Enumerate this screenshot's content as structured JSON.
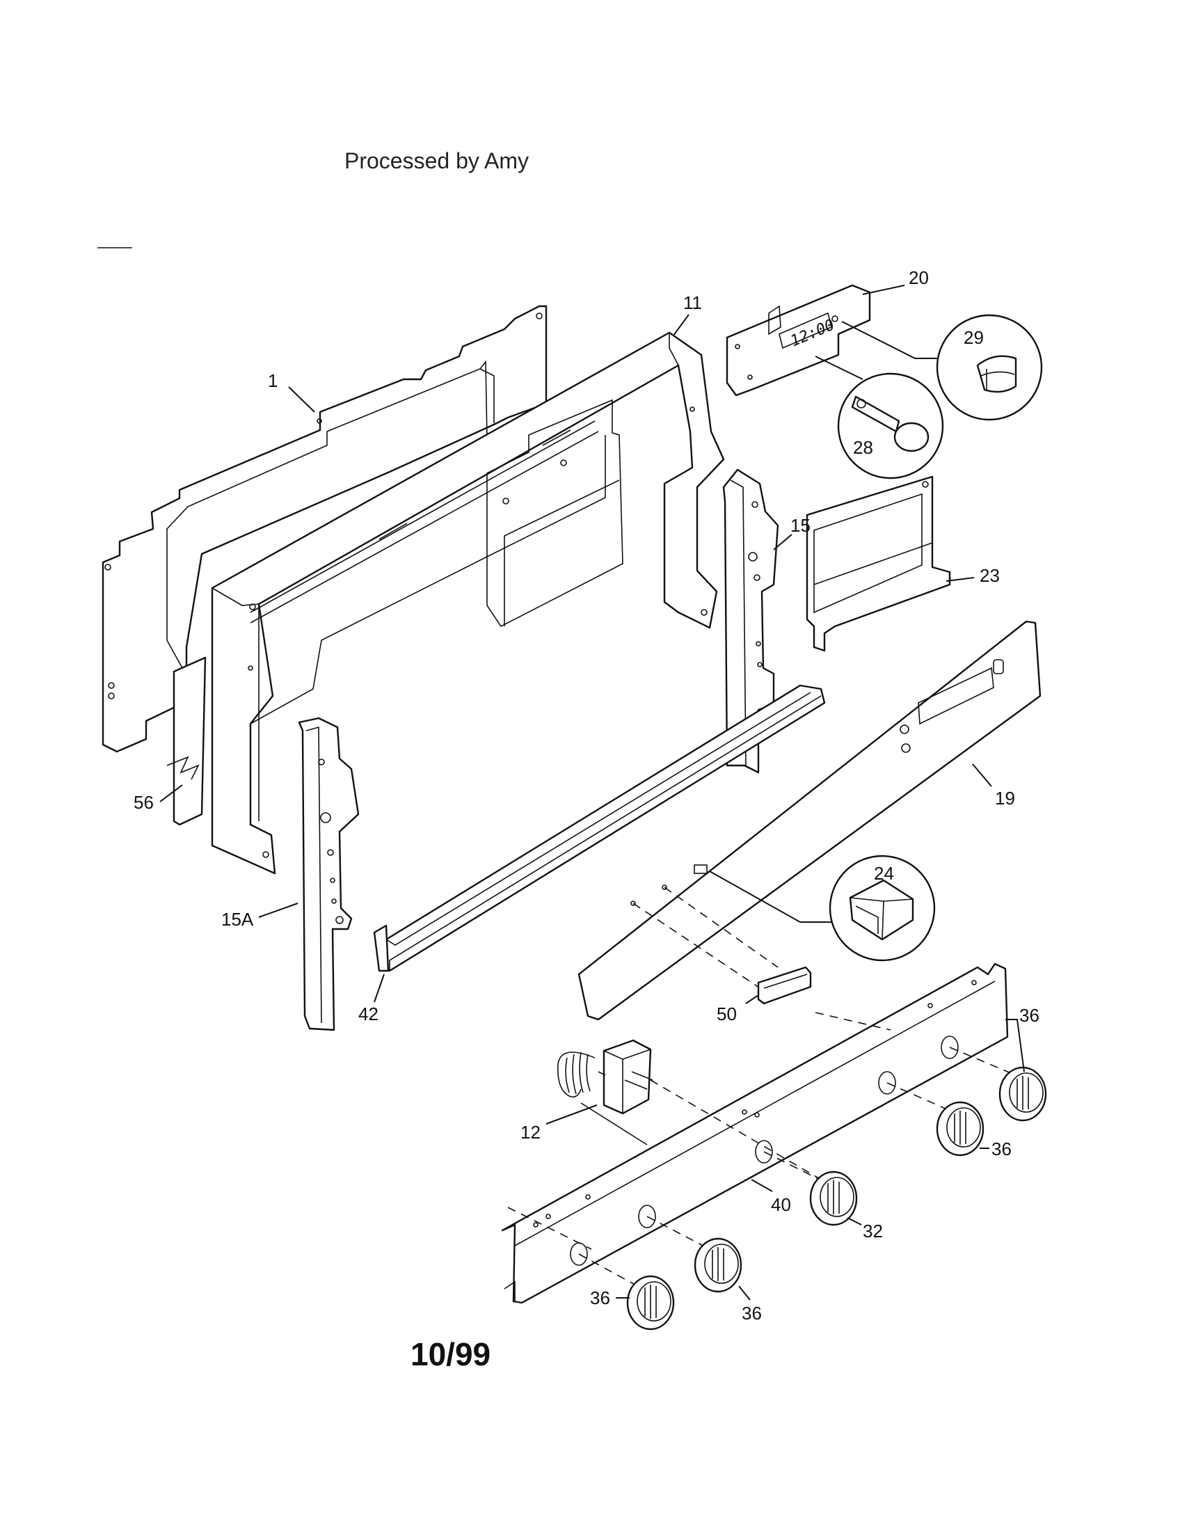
{
  "header": {
    "processed_by": "Processed by Amy"
  },
  "footer": {
    "date_code": "10/99"
  },
  "display": {
    "clock_text": "12:00"
  },
  "callouts": {
    "p1": "1",
    "p11": "11",
    "p20": "20",
    "p29": "29",
    "p28": "28",
    "p15": "15",
    "p23": "23",
    "p19": "19",
    "p56": "56",
    "p15a": "15A",
    "p42": "42",
    "p24": "24",
    "p50": "50",
    "p12": "12",
    "p40": "40",
    "p32": "32",
    "p36a": "36",
    "p36b": "36",
    "p36c": "36",
    "p36d": "36"
  }
}
